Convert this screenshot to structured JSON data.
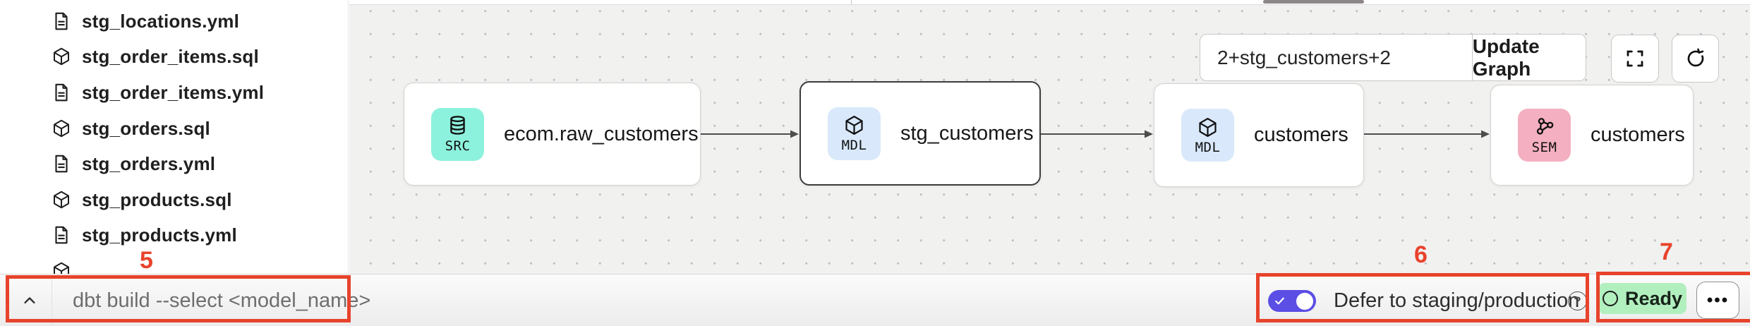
{
  "sidebar": {
    "files": [
      {
        "name": "stg_locations.yml",
        "icon": "file-doc-icon"
      },
      {
        "name": "stg_order_items.sql",
        "icon": "model-cube-icon"
      },
      {
        "name": "stg_order_items.yml",
        "icon": "file-doc-icon"
      },
      {
        "name": "stg_orders.sql",
        "icon": "model-cube-icon"
      },
      {
        "name": "stg_orders.yml",
        "icon": "file-doc-icon"
      },
      {
        "name": "stg_products.sql",
        "icon": "model-cube-icon"
      },
      {
        "name": "stg_products.yml",
        "icon": "file-doc-icon"
      }
    ]
  },
  "lineage": {
    "selector": {
      "value": "2+stg_customers+2",
      "update_button": "Update Graph"
    },
    "nodes": [
      {
        "badge": "SRC",
        "label": "ecom.raw_customers",
        "icon": "database-icon",
        "badge_color": "#8df2dd",
        "selected": false
      },
      {
        "badge": "MDL",
        "label": "stg_customers",
        "icon": "cube-icon",
        "badge_color": "#d9e9fb",
        "selected": true
      },
      {
        "badge": "MDL",
        "label": "customers",
        "icon": "cube-icon",
        "badge_color": "#d9e9fb",
        "selected": false
      },
      {
        "badge": "SEM",
        "label": "customers",
        "icon": "semantic-graph-icon",
        "badge_color": "#f4b0c0",
        "selected": false
      }
    ]
  },
  "bottom_bar": {
    "command_placeholder": "dbt build --select <model_name>",
    "defer": {
      "label": "Defer to staging/production",
      "enabled": true
    },
    "status": {
      "label": "Ready"
    },
    "ellipsis": "•••"
  },
  "annotations": {
    "label_5": "5",
    "label_6": "6",
    "label_7": "7"
  },
  "colors": {
    "annotation_red": "#e8432c",
    "toggle_indigo": "#5b4ee4",
    "ready_green_bg": "#b2efbe",
    "src_badge": "#8df2dd",
    "mdl_badge": "#d9e9fb",
    "sem_badge": "#f4b0c0",
    "canvas_bg": "#f1f1f0"
  }
}
